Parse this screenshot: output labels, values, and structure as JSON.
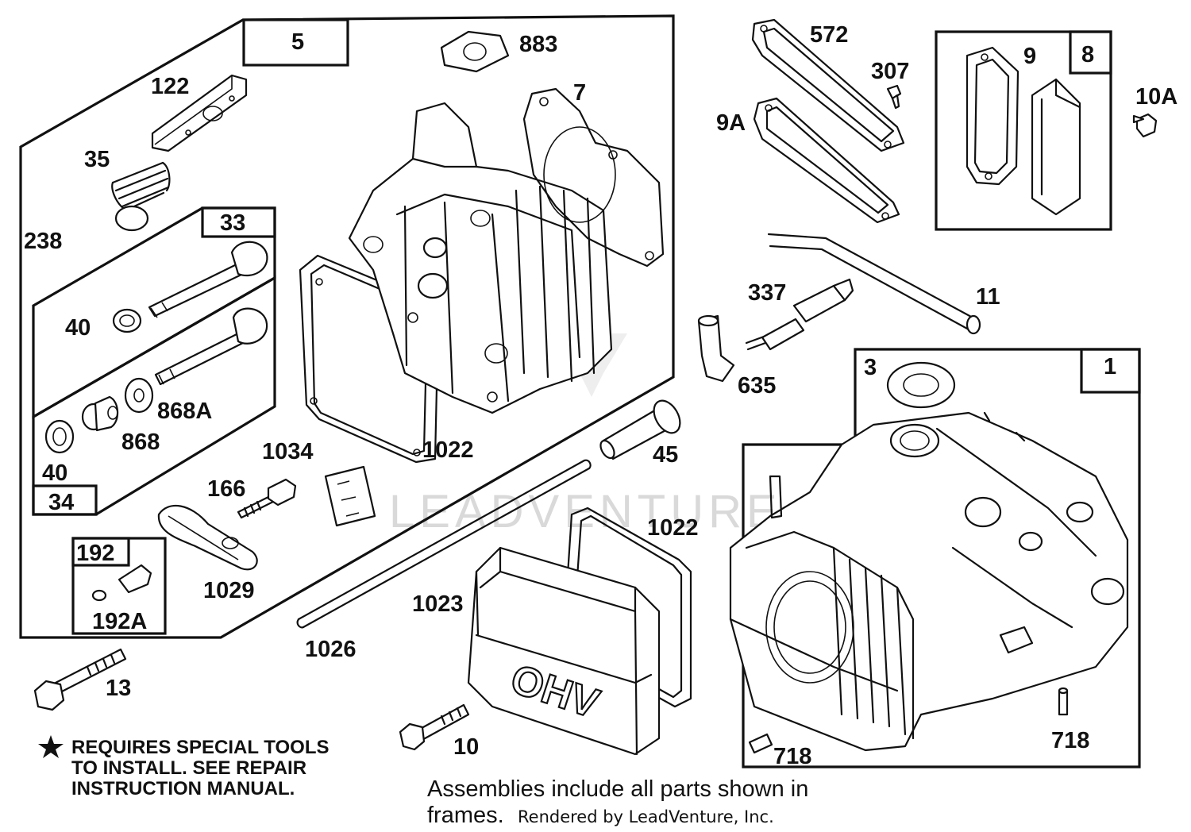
{
  "diagram": {
    "frame_labels": {
      "f5": "5",
      "f33": "33",
      "f34": "34",
      "f192": "192",
      "f8": "8",
      "f1": "1"
    },
    "part_labels": {
      "p883": "883",
      "p7": "7",
      "p122": "122",
      "p35": "35",
      "p238": "238",
      "p40a": "40",
      "p40b": "40",
      "p868a": "868A",
      "p868": "868",
      "p1034": "1034",
      "p1022a": "1022",
      "p166": "166",
      "p1029": "1029",
      "p192a": "192A",
      "p13": "13",
      "p45": "45",
      "p1026": "1026",
      "p1022b": "1022",
      "p1023": "1023",
      "p10": "10",
      "p572": "572",
      "p307": "307",
      "p9a": "9A",
      "p9": "9",
      "p10a": "10A",
      "p11": "11",
      "p337": "337",
      "p635": "635",
      "p3": "3",
      "p718a": "718",
      "p718b": "718"
    },
    "cover_stamp": "OHV",
    "note_lines": [
      "REQUIRES SPECIAL TOOLS",
      "TO INSTALL.  SEE REPAIR",
      "INSTRUCTION MANUAL."
    ],
    "footer_main_1": "Assemblies include all parts shown in",
    "footer_main_2": "frames.",
    "footer_credit": "Rendered by LeadVenture, Inc.",
    "watermark": "LEADVENTURE"
  }
}
